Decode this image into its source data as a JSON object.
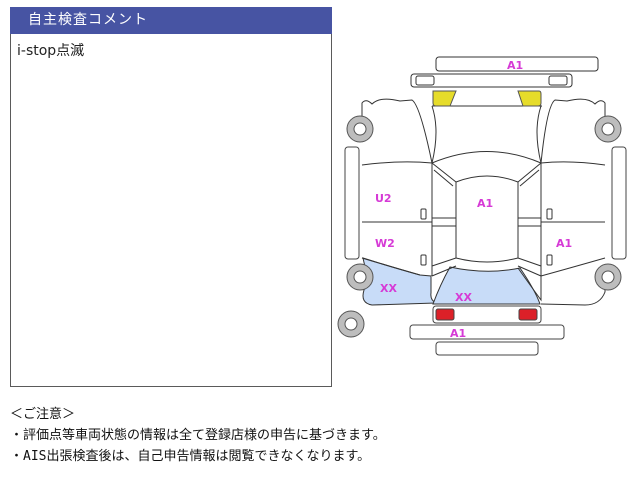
{
  "comment_panel": {
    "title": "自主検査コメント",
    "body": "i-stop点滅"
  },
  "notes": {
    "heading": "＜ご注意＞",
    "lines": [
      "・評価点等車両状態の情報は全て登録店様の申告に基づきます。",
      "・AIS出張検査後は、自己申告情報は閲覧できなくなります。"
    ]
  },
  "damage_diagram": {
    "marks": {
      "front_bumper": "A1",
      "hood": "A1",
      "left_front_door": "U2",
      "left_rear_door": "W2",
      "right_rear_door": "A1",
      "left_rear_quarter": "XX",
      "trunk_lid": "XX",
      "rear_bumper": "A1"
    },
    "colors": {
      "headlights": "#e6dc2a",
      "taillights": "#dc2028",
      "replaced_area": "#c8dcf8",
      "label": "#d63ad6",
      "header": "#4754a3"
    }
  }
}
